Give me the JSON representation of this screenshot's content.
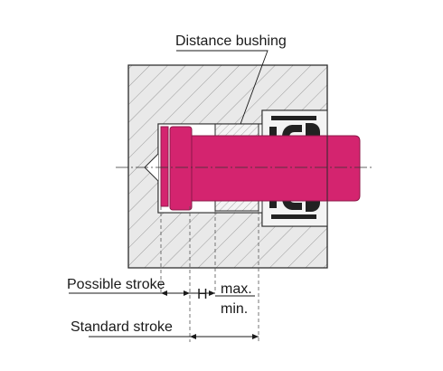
{
  "labels": {
    "distance_bushing": "Distance bushing",
    "possible_stroke": "Possible stroke",
    "standard_stroke": "Standard stroke",
    "h": "H",
    "max": "max.",
    "min": "min."
  },
  "colors": {
    "piston": "#d4246f",
    "piston_edge": "#8c1848",
    "block_fill": "#e9e9e9",
    "hatch": "#9a9a9a",
    "outline": "#2a2a2a",
    "seal": "#222222",
    "bushing_fill": "#f4f4f4"
  }
}
